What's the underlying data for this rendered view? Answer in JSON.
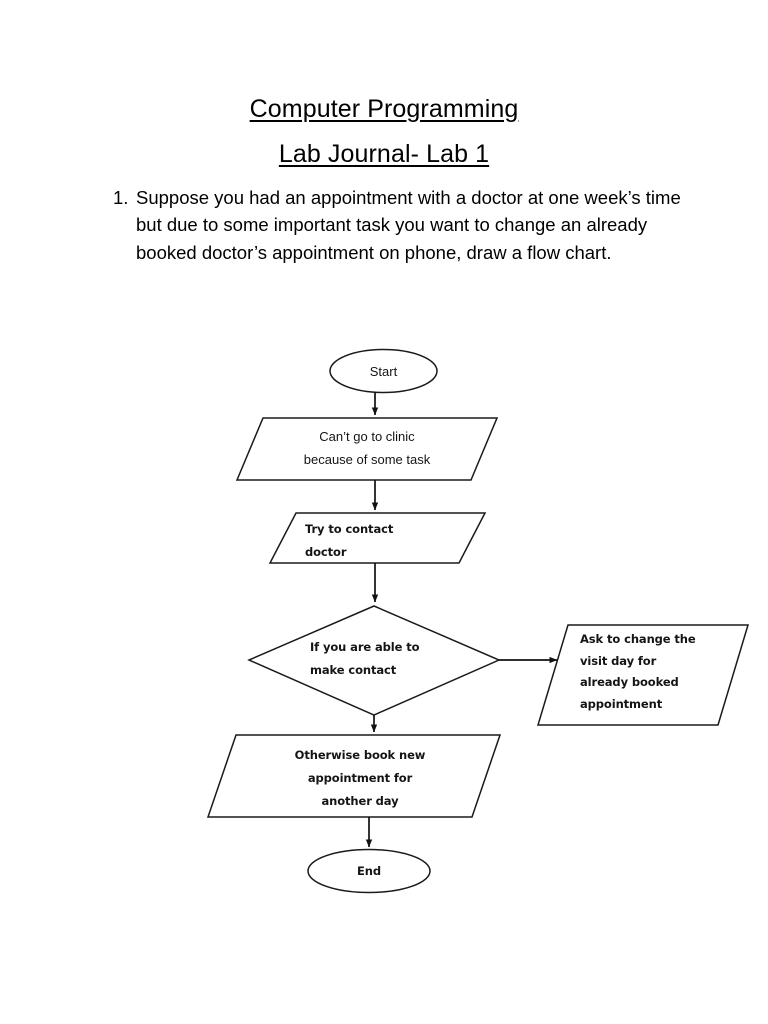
{
  "document": {
    "title": "Computer Programming",
    "subtitle": "Lab Journal- Lab 1"
  },
  "questions": [
    {
      "marker": "1.",
      "text": "Suppose you had an appointment with a doctor at one week’s time but due to some important task you want to change an already booked doctor’s appointment on phone, draw a flow chart."
    }
  ],
  "flowchart": {
    "type": "flowchart",
    "nodes": [
      {
        "id": "start",
        "shape": "oval",
        "label": "Start"
      },
      {
        "id": "clinic",
        "shape": "parallelogram",
        "label": "Can’t go to clinic because of some task",
        "lines": [
          "Can’t go to clinic",
          "because of some task"
        ]
      },
      {
        "id": "contact",
        "shape": "parallelogram",
        "label": "Try to contact doctor",
        "lines": [
          "Try to contact",
          "doctor"
        ]
      },
      {
        "id": "decision",
        "shape": "diamond",
        "label": "If you are able to make contact",
        "lines": [
          "If you are able to",
          "make contact"
        ]
      },
      {
        "id": "ask",
        "shape": "parallelogram",
        "label": "Ask to change the visit day for already booked appointment",
        "lines": [
          "Ask to change the",
          "visit day for",
          "already booked",
          "appointment"
        ]
      },
      {
        "id": "otherwise",
        "shape": "parallelogram",
        "label": "Otherwise book new appointment for another day",
        "lines": [
          "Otherwise book new",
          "appointment for",
          "another day"
        ]
      },
      {
        "id": "end",
        "shape": "oval",
        "label": "End"
      }
    ],
    "edges": [
      {
        "from": "start",
        "to": "clinic",
        "direction": "down"
      },
      {
        "from": "clinic",
        "to": "contact",
        "direction": "down"
      },
      {
        "from": "contact",
        "to": "decision",
        "direction": "down"
      },
      {
        "from": "decision",
        "to": "ask",
        "direction": "right"
      },
      {
        "from": "decision",
        "to": "otherwise",
        "direction": "down"
      },
      {
        "from": "otherwise",
        "to": "end",
        "direction": "down"
      }
    ]
  },
  "colors": {
    "page_background": "#ffffff",
    "ink": "#000000",
    "shape_stroke": "#1a1a1a",
    "label_text": "#151515"
  }
}
